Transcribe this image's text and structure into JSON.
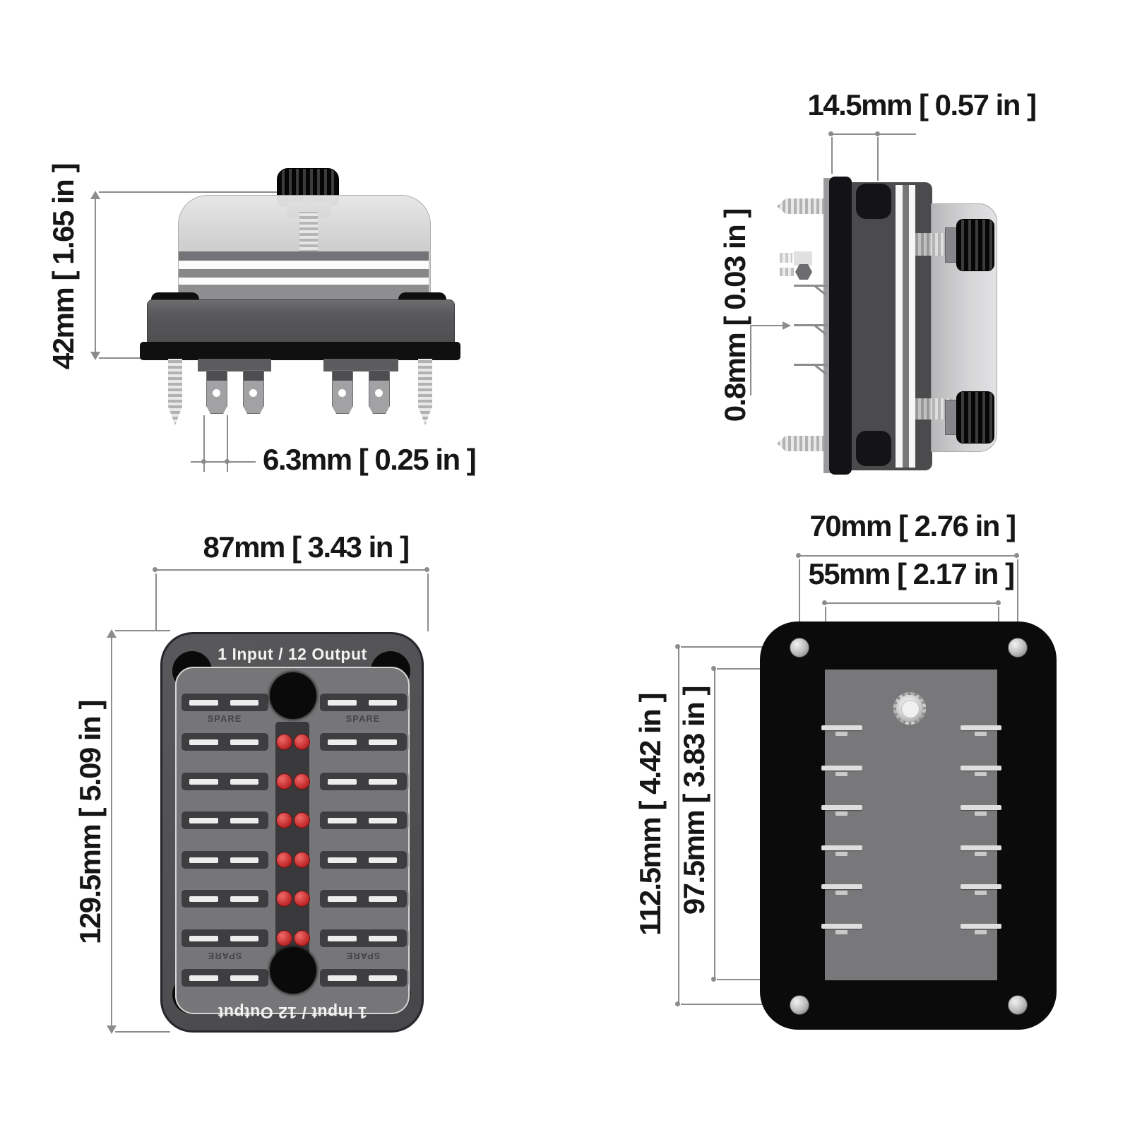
{
  "diagram": {
    "subject": "12-way blade fuse box dimension drawing",
    "views": {
      "side": {
        "height_dim": "42mm [ 1.65 in ]",
        "blade_width_dim": "6.3mm [ 0.25 in ]"
      },
      "profile": {
        "depth_dim": "14.5mm [ 0.57 in ]",
        "blade_thickness_dim": "0.8mm [ 0.03 in ]"
      },
      "front": {
        "width_dim": "87mm [ 3.43 in ]",
        "height_dim": "129.5mm [ 5.09 in ]",
        "title_top": "1 Input / 12 Output",
        "title_bottom": "1 Input / 12 Output",
        "spare_label": "SPARE",
        "fuse_rows": 8,
        "led_rows": 6
      },
      "back": {
        "mount_width_dim": "70mm [ 2.76 in ]",
        "inner_width_dim": "55mm [ 2.17 in ]",
        "mount_height_dim": "112.5mm [ 4.42 in ]",
        "inner_height_dim": "97.5mm [ 3.83 in ]",
        "terminal_rows": 6
      }
    },
    "colors": {
      "background": "#ffffff",
      "dimension_line": "#8c8c8c",
      "dimension_text": "#161616",
      "led_red": "#c22a2a",
      "body_dark_gray": "#4b4b4d",
      "cover_light_gray": "#c9c9c9",
      "mount_plate_black": "#0b0b0b",
      "back_panel_gray": "#78787a"
    }
  }
}
